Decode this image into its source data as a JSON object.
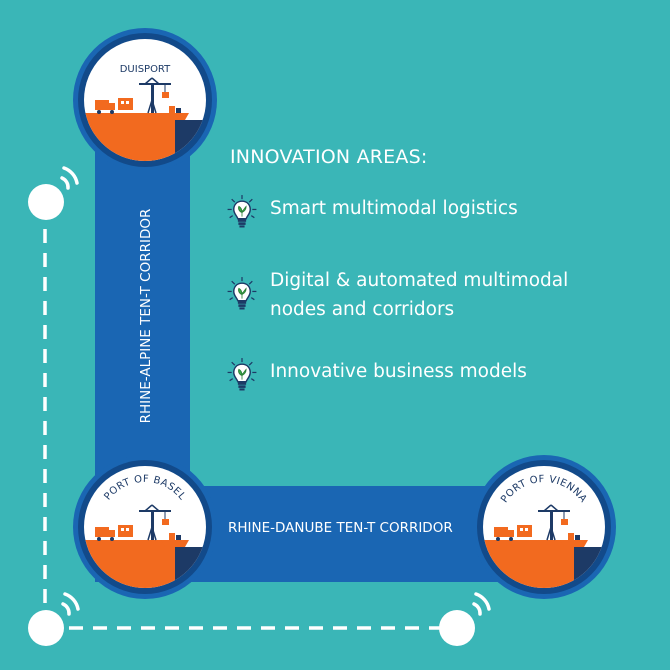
{
  "heading": "INNOVATION AREAS:",
  "innovation_areas": [
    {
      "text": "Smart multimodal logistics",
      "icon": "lightbulb-leaf-icon"
    },
    {
      "text": "Digital & automated multimodal nodes and corridors",
      "icon": "lightbulb-leaf-icon"
    },
    {
      "text": "Innovative business models",
      "icon": "lightbulb-leaf-icon"
    }
  ],
  "corridors": {
    "vertical": "RHINE-ALPINE TEN-T CORRIDOR",
    "horizontal": "RHINE-DANUBE TEN-T CORRIDOR"
  },
  "ports": {
    "duisport": "DUISPORT",
    "basel": "PORT OF BASEL",
    "vienna": "PORT OF VIENNA"
  },
  "colors": {
    "background": "#3ab6b7",
    "corridor": "#1a66b3",
    "ring": "#124a8a",
    "orange": "#f26a1f",
    "navy": "#1d3a66",
    "white": "#ffffff"
  }
}
